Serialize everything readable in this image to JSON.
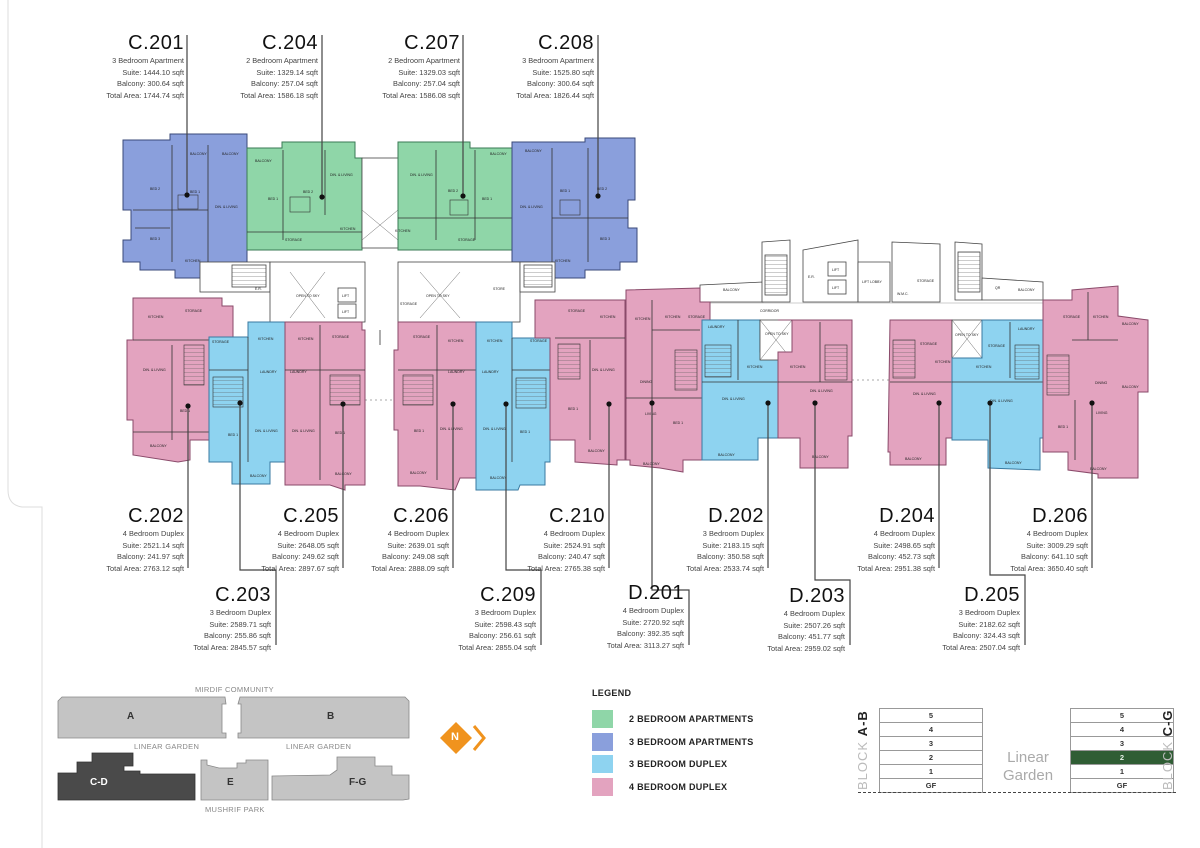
{
  "colors": {
    "two_bed_apartment": "#8fd6a8",
    "three_bed_apartment": "#8a9fdc",
    "three_bed_duplex": "#8ed3f0",
    "four_bed_duplex": "#e3a3bf",
    "highlight_floor": "#2f5d34",
    "north_arrow": "#f0931e",
    "highlighted_block": "#4a4a4a",
    "other_block": "#c4c4c4"
  },
  "units": {
    "C201": {
      "code": "C.201",
      "type": "3 Bedroom Apartment",
      "suite": "Suite: 1444.10 sqft",
      "balcony": "Balcony: 300.64 sqft",
      "total": "Total Area: 1744.74 sqft"
    },
    "C204": {
      "code": "C.204",
      "type": "2 Bedroom Apartment",
      "suite": "Suite: 1329.14 sqft",
      "balcony": "Balcony: 257.04 sqft",
      "total": "Total Area: 1586.18 sqft"
    },
    "C207": {
      "code": "C.207",
      "type": "2 Bedroom Apartment",
      "suite": "Suite: 1329.03 sqft",
      "balcony": "Balcony: 257.04 sqft",
      "total": "Total Area: 1586.08 sqft"
    },
    "C208": {
      "code": "C.208",
      "type": "3 Bedroom Apartment",
      "suite": "Suite: 1525.80 sqft",
      "balcony": "Balcony: 300.64 sqft",
      "total": "Total Area: 1826.44 sqft"
    },
    "C202": {
      "code": "C.202",
      "type": "4 Bedroom Duplex",
      "suite": "Suite: 2521.14 sqft",
      "balcony": "Balcony: 241.97 sqft",
      "total": "Total Area: 2763.12 sqft"
    },
    "C205": {
      "code": "C.205",
      "type": "4 Bedroom Duplex",
      "suite": "Suite: 2648.05 sqft",
      "balcony": "Balcony: 249.62 sqft",
      "total": "Total Area: 2897.67 sqft"
    },
    "C206": {
      "code": "C.206",
      "type": "4 Bedroom Duplex",
      "suite": "Suite: 2639.01 sqft",
      "balcony": "Balcony: 249.08 sqft",
      "total": "Total Area: 2888.09 sqft"
    },
    "C210": {
      "code": "C.210",
      "type": "4 Bedroom Duplex",
      "suite": "Suite: 2524.91 sqft",
      "balcony": "Balcony: 240.47 sqft",
      "total": "Total Area: 2765.38 sqft"
    },
    "D202": {
      "code": "D.202",
      "type": "3 Bedroom Duplex",
      "suite": "Suite: 2183.15 sqft",
      "balcony": "Balcony: 350.58 sqft",
      "total": "Total Area: 2533.74 sqft"
    },
    "D204": {
      "code": "D.204",
      "type": "4 Bedroom Duplex",
      "suite": "Suite: 2498.65 sqft",
      "balcony": "Balcony: 452.73 sqft",
      "total": "Total Area: 2951.38 sqft"
    },
    "D206": {
      "code": "D.206",
      "type": "4 Bedroom Duplex",
      "suite": "Suite: 3009.29 sqft",
      "balcony": "Balcony: 641.10 sqft",
      "total": "Total Area: 3650.40 sqft"
    },
    "C203": {
      "code": "C.203",
      "type": "3 Bedroom Duplex",
      "suite": "Suite: 2589.71 sqft",
      "balcony": "Balcony: 255.86 sqft",
      "total": "Total Area: 2845.57 sqft"
    },
    "C209": {
      "code": "C.209",
      "type": "3 Bedroom Duplex",
      "suite": "Suite: 2598.43 sqft",
      "balcony": "Balcony: 256.61 sqft",
      "total": "Total Area: 2855.04 sqft"
    },
    "D201": {
      "code": "D.201",
      "type": "4 Bedroom Duplex",
      "suite": "Suite: 2720.92 sqft",
      "balcony": "Balcony: 392.35 sqft",
      "total": "Total Area: 3113.27 sqft"
    },
    "D203": {
      "code": "D.203",
      "type": "4 Bedroom Duplex",
      "suite": "Suite: 2507.26 sqft",
      "balcony": "Balcony: 451.77 sqft",
      "total": "Total Area: 2959.02 sqft"
    },
    "D205": {
      "code": "D.205",
      "type": "3 Bedroom Duplex",
      "suite": "Suite: 2182.62 sqft",
      "balcony": "Balcony: 324.43 sqft",
      "total": "Total Area: 2507.04 sqft"
    }
  },
  "room_labels": {
    "balcony": "BALCONY",
    "bed1": "BED 1",
    "bed2": "BED 2",
    "bed3": "BED 3",
    "din_living": "DIN. & LIVING",
    "kitchen": "KITCHEN",
    "storage": "STORAGE",
    "laundry": "LAUNDRY",
    "lift": "LIFT",
    "lift_lobby": "LIFT LOBBY",
    "corridor": "CORRIDOR",
    "open_to_sky": "OPEN TO SKY",
    "er": "E.R.",
    "dining": "DINING",
    "living": "LIVING",
    "wmc": "W.M.C."
  },
  "legend": {
    "title": "LEGEND",
    "items": [
      {
        "label": "2 BEDROOM APARTMENTS",
        "color": "#8fd6a8"
      },
      {
        "label": "3 BEDROOM APARTMENTS",
        "color": "#8a9fdc"
      },
      {
        "label": "3 BEDROOM DUPLEX",
        "color": "#8ed3f0"
      },
      {
        "label": "4 BEDROOM DUPLEX",
        "color": "#e3a3bf"
      }
    ]
  },
  "key_plan": {
    "top_label": "MIRDIF COMMUNITY",
    "garden_left": "LINEAR GARDEN",
    "garden_right": "LINEAR GARDEN",
    "bottom_label": "MUSHRIF PARK",
    "blocks": {
      "a": "A",
      "b": "B",
      "cd": "C-D",
      "e": "E",
      "fg": "F-G"
    },
    "north": "N"
  },
  "sections": {
    "left_block_prefix": "BLOCK ",
    "left_block_name": "A-B",
    "right_block_prefix": "BLOCK ",
    "right_block_name": "C-G",
    "middle_label_1": "Linear",
    "middle_label_2": "Garden",
    "floors": [
      "5",
      "4",
      "3",
      "2",
      "1",
      "GF"
    ],
    "highlighted_floor": "2"
  }
}
